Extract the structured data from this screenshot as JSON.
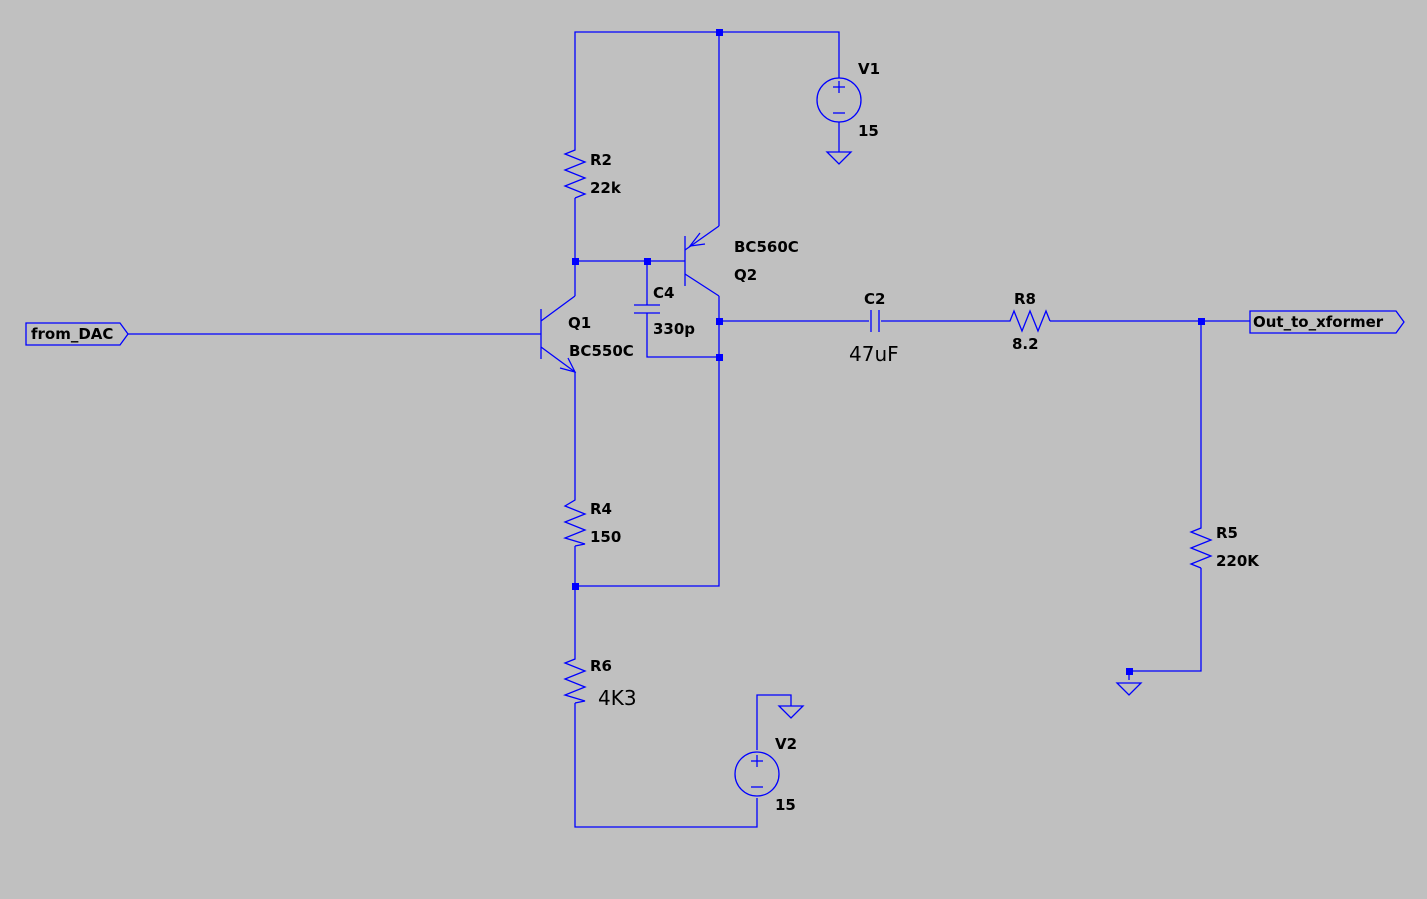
{
  "colors": {
    "background": "#c0c0c0",
    "wire": "#0000ff",
    "text": "#000000"
  },
  "ports": {
    "input": "from_DAC",
    "output": "Out_to_xformer"
  },
  "components": {
    "V1": {
      "name": "V1",
      "value": "15"
    },
    "V2": {
      "name": "V2",
      "value": "15"
    },
    "R2": {
      "name": "R2",
      "value": "22k"
    },
    "R4": {
      "name": "R4",
      "value": "150"
    },
    "R5": {
      "name": "R5",
      "value": "220K"
    },
    "R6": {
      "name": "R6",
      "value": "4K3"
    },
    "R8": {
      "name": "R8",
      "value": "8.2"
    },
    "C2": {
      "name": "C2",
      "value": "47uF"
    },
    "C4": {
      "name": "C4",
      "value": "330p"
    },
    "Q1": {
      "name": "Q1",
      "value": "BC550C"
    },
    "Q2": {
      "name": "Q2",
      "value": "BC560C"
    }
  },
  "icons": [
    "ground-icon",
    "voltage-source-icon",
    "resistor-icon",
    "capacitor-icon",
    "npn-transistor-icon",
    "pnp-transistor-icon"
  ]
}
